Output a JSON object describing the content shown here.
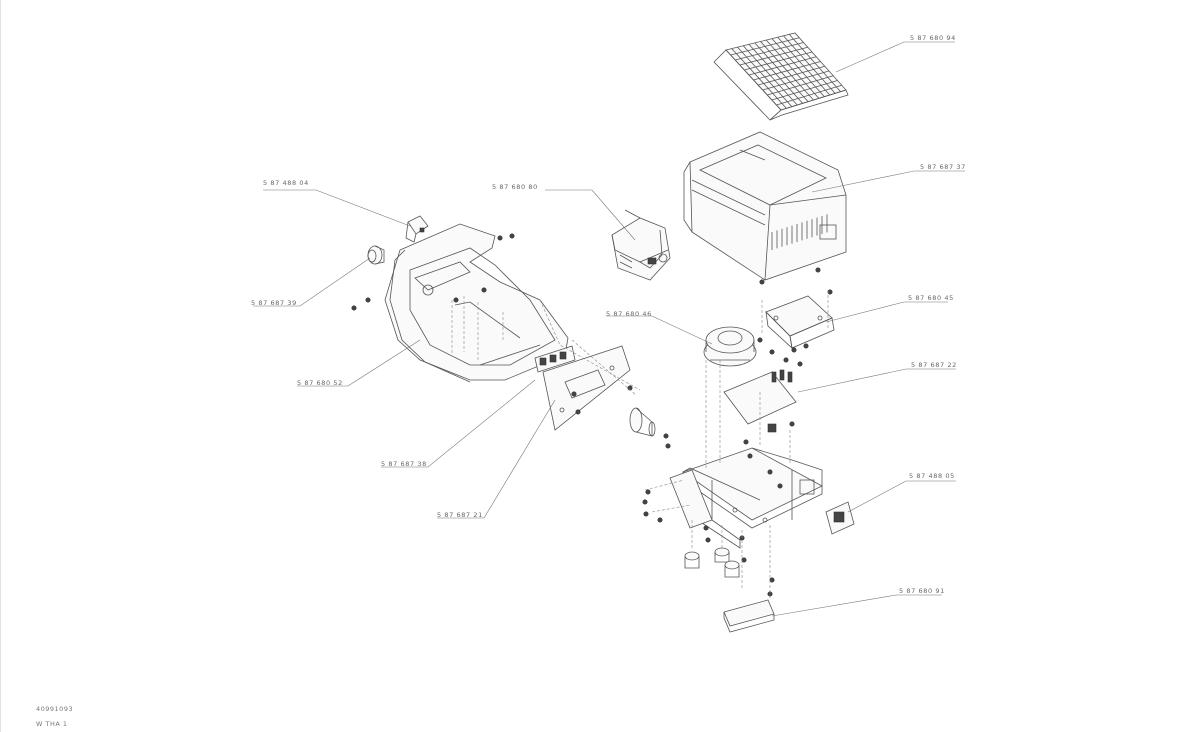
{
  "callouts": {
    "filter_grid": "5 87 680 94",
    "top_cover": "5 87 687 37",
    "bracket": "5 87 680 80",
    "switch": "5 87 488 04",
    "knob": "5 87 687 39",
    "transformer_box": "5 87 680 45",
    "fan": "5 87 680 46",
    "pcb_upper": "5 87 687 22",
    "housing": "5 87 680 52",
    "front_pcb": "5 87 687 38",
    "connector_pcb": "5 87 687 21",
    "power_inlet": "5 87 488 05",
    "base_plate": "5 87 680 91"
  },
  "drawing_ref": {
    "number": "40991093",
    "sheet": "W THA 1"
  }
}
